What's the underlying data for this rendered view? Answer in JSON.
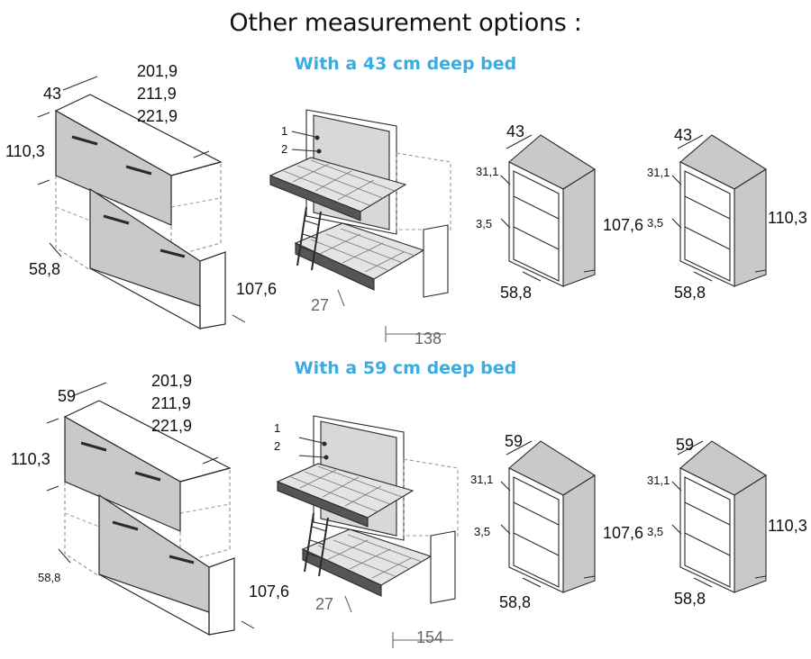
{
  "page": {
    "title": "Other measurement options :"
  },
  "sections": [
    {
      "heading": "With a 43 cm deep bed",
      "depth": "43",
      "widths": [
        "201,9",
        "211,9",
        "221,9"
      ],
      "top_height": "110,3",
      "base_depth": "58,8",
      "base_height": "107,6",
      "bed": {
        "callout_1": "1",
        "callout_2": "2",
        "clearance": "27",
        "length": "138"
      },
      "shelf_a": {
        "depth": "43",
        "top_gap": "31,1",
        "shelf_gap": "3,5",
        "height": "107,6",
        "base": "58,8"
      },
      "shelf_b": {
        "depth": "43",
        "top_gap": "31,1",
        "shelf_gap": "3,5",
        "height": "110,3",
        "base": "58,8"
      }
    },
    {
      "heading": "With a 59 cm deep bed",
      "depth": "59",
      "widths": [
        "201,9",
        "211,9",
        "221,9"
      ],
      "top_height": "110,3",
      "base_depth": "58,8",
      "base_height": "107,6",
      "bed": {
        "callout_1": "1",
        "callout_2": "2",
        "clearance": "27",
        "length": "154"
      },
      "shelf_a": {
        "depth": "59",
        "top_gap": "31,1",
        "shelf_gap": "3,5",
        "height": "107,6",
        "base": "58,8"
      },
      "shelf_b": {
        "depth": "59",
        "top_gap": "31,1",
        "shelf_gap": "3,5",
        "height": "110,3",
        "base": "58,8"
      }
    }
  ],
  "colors": {
    "panel": "#c8c9ca",
    "line": "#2a2a2a",
    "accent": "#3aace0"
  }
}
